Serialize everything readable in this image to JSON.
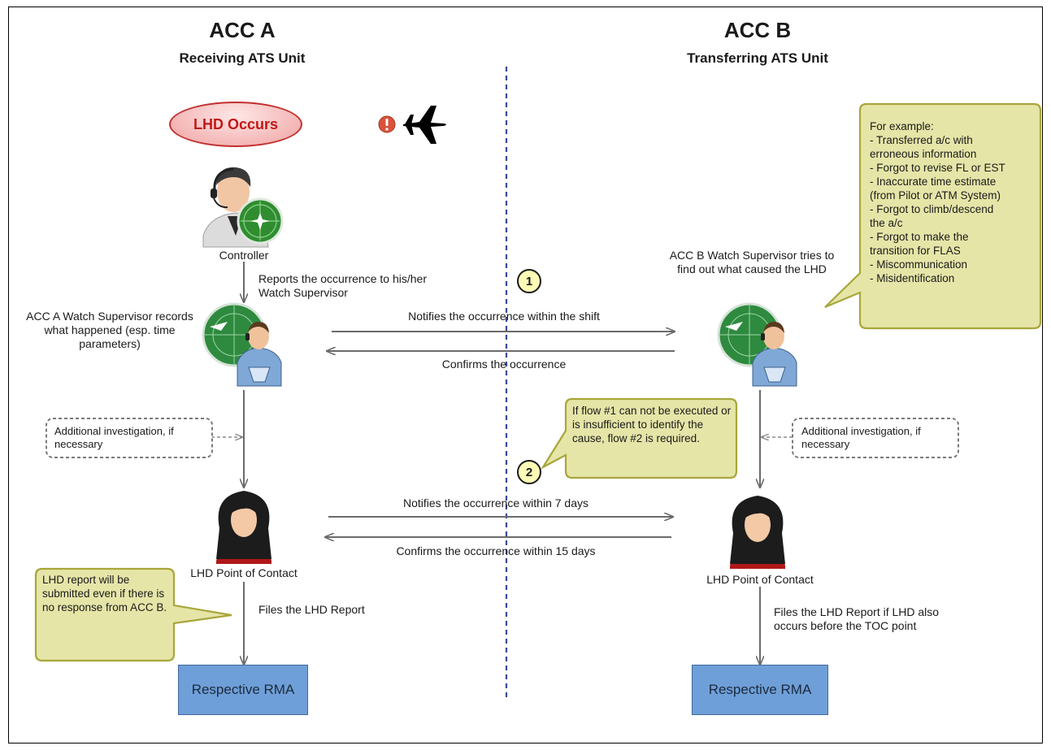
{
  "acc_a": {
    "title": "ACC A",
    "subtitle": "Receiving ATS Unit",
    "lhd_occurs": "LHD Occurs",
    "controller_label": "Controller",
    "reports_label": "Reports the occurrence to his/her Watch Supervisor",
    "supervisor_label": "ACC A Watch Supervisor records what happened (esp. time parameters)",
    "additional_investigation": "Additional investigation, if necessary",
    "poc_label": "LHD Point of Contact",
    "files_label": "Files the LHD Report",
    "rma_label": "Respective RMA",
    "callout": "LHD report will be submitted even if there is no response from ACC B."
  },
  "acc_b": {
    "title": "ACC B",
    "subtitle": "Transferring ATS Unit",
    "supervisor_label": "ACC B Watch Supervisor tries to find out what caused the LHD",
    "additional_investigation": "Additional investigation, if necessary",
    "poc_label": "LHD Point of Contact",
    "files_label": "Files the LHD Report if LHD also occurs before the TOC point",
    "rma_label": "Respective RMA",
    "callout_lines": [
      "For example:",
      "- Transferred a/c with",
      "erroneous information",
      "- Forgot to revise FL or EST",
      "- Inaccurate time estimate",
      "(from Pilot or ATM System)",
      "- Forgot to climb/descend",
      "the a/c",
      "- Forgot to make the",
      "transition for FLAS",
      "- Miscommunication",
      "- Misidentification"
    ]
  },
  "flows": {
    "flow1_number": "1",
    "flow2_number": "2",
    "notify_shift": "Notifies the occurrence within the shift",
    "confirm": "Confirms the occurrence",
    "notify_7": "Notifies the occurrence within 7 days",
    "confirm_15": "Confirms the occurrence within 15 days",
    "flow2_callout": "If flow #1 can not be executed or is insufficient to identify the cause, flow #2 is required."
  },
  "colors": {
    "callout_fill": "#e6e5a8",
    "callout_border": "#a8a63a",
    "rma_fill": "#6f9fd8",
    "divider": "#3a4a9a",
    "lhd_text": "#c01818"
  },
  "icons": {
    "warning": "warning-icon",
    "airplane": "airplane-icon",
    "controller": "controller-avatar-icon",
    "supervisor": "watch-supervisor-avatar-icon",
    "poc": "point-of-contact-avatar-icon"
  }
}
